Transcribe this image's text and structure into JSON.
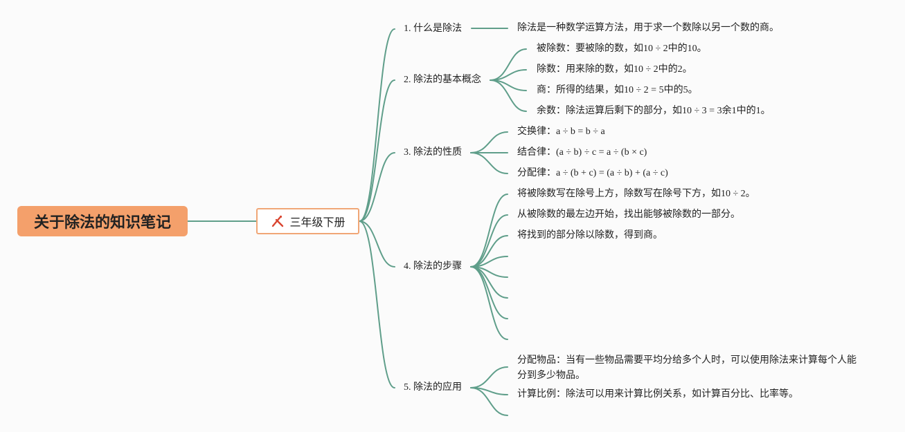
{
  "root": {
    "title": "关于除法的知识笔记"
  },
  "center": {
    "label": "三年级下册",
    "icon": "ruler-pencil-icon",
    "icon_color": "#d9442f"
  },
  "colors": {
    "link": "#5f9e8a",
    "root_fill": "#f4a06b",
    "center_border": "#f0a676"
  },
  "branches": [
    {
      "label": "1. 什么是除法",
      "items": [
        "除法是一种数学运算方法，用于求一个数除以另一个数的商。"
      ]
    },
    {
      "label": "2. 除法的基本概念",
      "items": [
        "被除数：要被除的数，如10 ÷ 2中的10。",
        "除数：用来除的数，如10 ÷ 2中的2。",
        "商：所得的结果，如10 ÷ 2 = 5中的5。",
        "余数：除法运算后剩下的部分，如10 ÷ 3 = 3余1中的1。"
      ]
    },
    {
      "label": "3. 除法的性质",
      "items": [
        "交换律：a ÷ b = b ÷ a",
        "结合律：(a ÷ b) ÷ c = a ÷ (b × c)",
        "分配律：a ÷ (b + c) = (a ÷ b) + (a ÷ c)"
      ]
    },
    {
      "label": "4. 除法的步骤",
      "items": [
        "将被除数写在除号上方，除数写在除号下方，如10 ÷ 2。",
        "从被除数的最左边开始，找出能够被除数的一部分。",
        "将找到的部分除以除数，得到商。",
        "",
        "",
        "",
        "",
        ""
      ]
    },
    {
      "label": "5. 除法的应用",
      "items": [
        "分配物品：当有一些物品需要平均分给多个人时，可以使用除法来计算每个人能分到多少物品。",
        "计算比例：除法可以用来计算比例关系，如计算百分比、比率等。",
        ""
      ]
    }
  ]
}
